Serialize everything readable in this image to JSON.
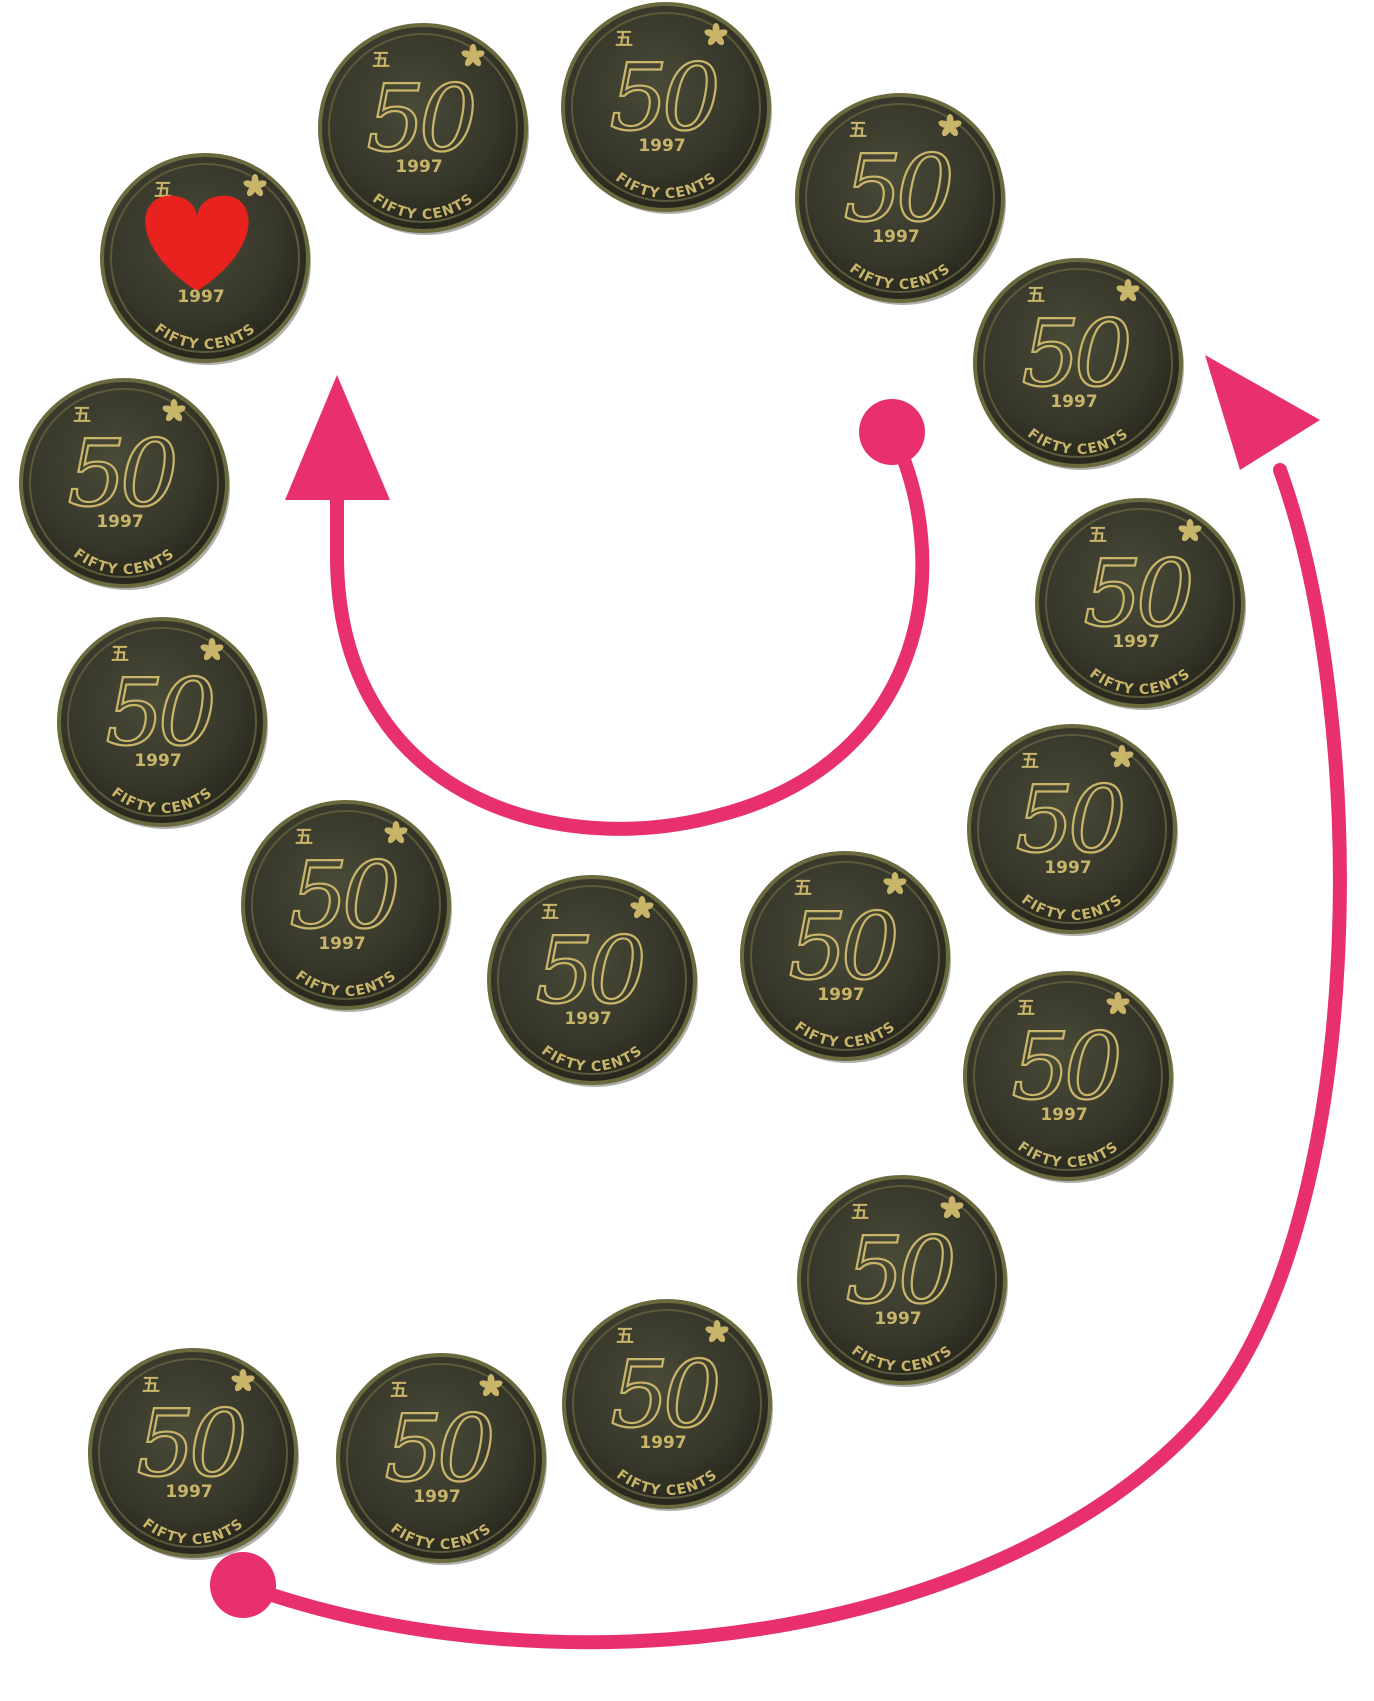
{
  "coin": {
    "value": "50",
    "year": "1997",
    "denomination": "FIFTY CENTS",
    "mark": "五",
    "count": 17
  },
  "marked_coin": {
    "symbol": "heart",
    "color": "#e8231f"
  },
  "colors": {
    "coin_face": "#3a3a2c",
    "coin_rim": "#6b6a3e",
    "engraving": "#c9b56a",
    "arrow": "#e8306e",
    "background": "#ffffff"
  }
}
